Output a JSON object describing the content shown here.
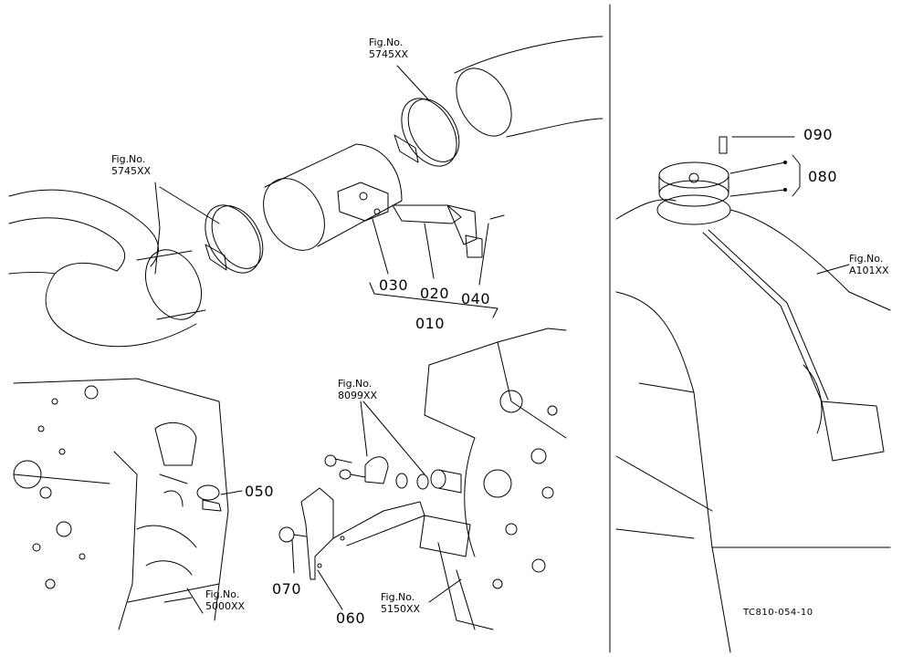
{
  "parts": [
    {
      "id": "p010",
      "label": "010"
    },
    {
      "id": "p020",
      "label": "020"
    },
    {
      "id": "p030",
      "label": "030"
    },
    {
      "id": "p040",
      "label": "040"
    },
    {
      "id": "p050",
      "label": "050"
    },
    {
      "id": "p060",
      "label": "060"
    },
    {
      "id": "p070",
      "label": "070"
    },
    {
      "id": "p080",
      "label": "080"
    },
    {
      "id": "p090",
      "label": "090"
    }
  ],
  "figure_refs": [
    {
      "id": "f1",
      "line1": "Fig.No.",
      "line2": "5745XX"
    },
    {
      "id": "f2",
      "line1": "Fig.No.",
      "line2": "5745XX"
    },
    {
      "id": "f3",
      "line1": "Fig.No.",
      "line2": "8099XX"
    },
    {
      "id": "f4",
      "line1": "Fig.No.",
      "line2": "A101XX"
    },
    {
      "id": "f5",
      "line1": "Fig.No.",
      "line2": "5000XX"
    },
    {
      "id": "f6",
      "line1": "Fig.No.",
      "line2": "5150XX"
    }
  ],
  "drawing_code": "TC810-054-10"
}
